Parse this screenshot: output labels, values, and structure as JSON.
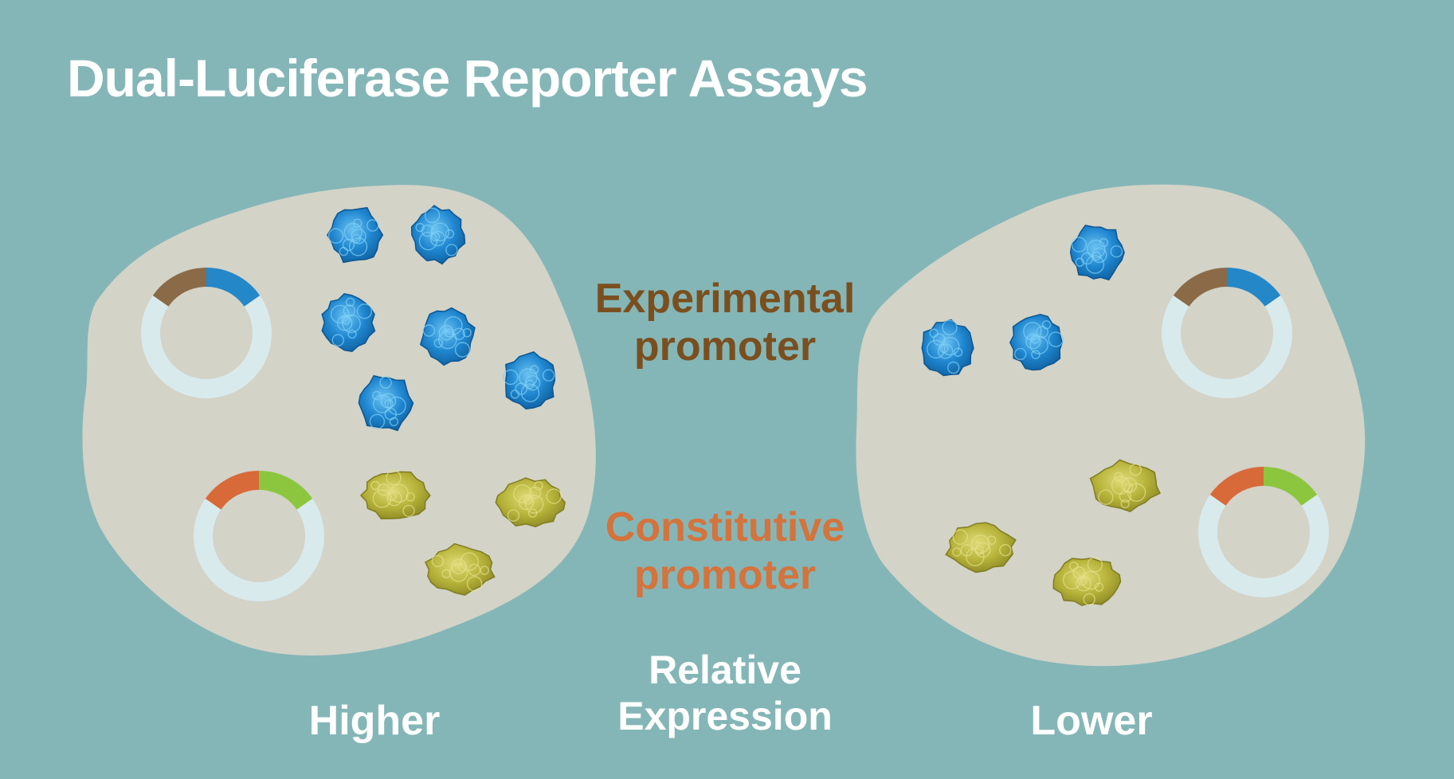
{
  "title": "Dual-Luciferase Reporter Assays",
  "labels": {
    "experimental_line1": "Experimental",
    "experimental_line2": "promoter",
    "constitutive_line1": "Constitutive",
    "constitutive_line2": "promoter",
    "relative_line1": "Relative",
    "relative_line2": "Expression",
    "higher": "Higher",
    "lower": "Lower"
  },
  "colors": {
    "background": "#84b6b7",
    "cell": "#d3d3c8",
    "experimental_text": "#7a4f1f",
    "constitutive_text": "#d4733c",
    "plasmid_ring": "#d9eaec",
    "experimental_promoter": "#8b6a47",
    "firefly_luciferase": "#2487c8",
    "constitutive_promoter": "#d86a3a",
    "renilla_luciferase": "#8cc63f",
    "firefly_protein": "#1f86cf",
    "renilla_protein": "#b7b33a"
  },
  "cells": [
    {
      "name": "higher",
      "firefly_count": 6,
      "renilla_count": 3
    },
    {
      "name": "lower",
      "firefly_count": 3,
      "renilla_count": 3
    }
  ]
}
